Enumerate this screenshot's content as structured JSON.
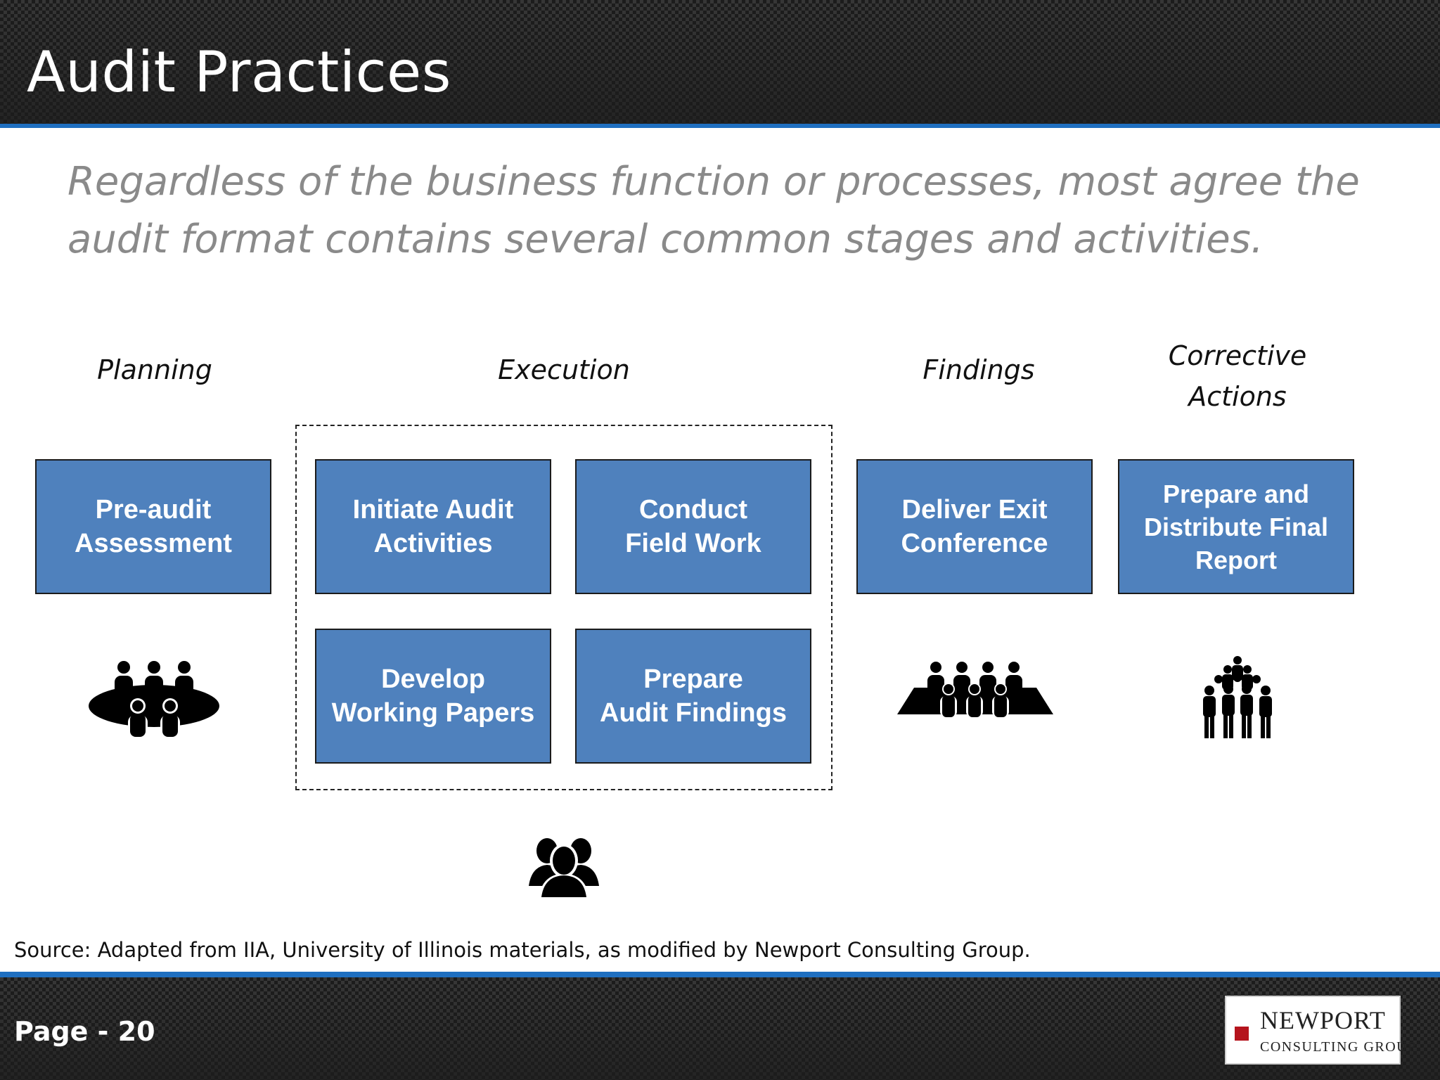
{
  "header": {
    "title": "Audit Practices"
  },
  "subtitle": "Regardless of the business function or processes, most agree the audit format contains several common stages and activities.",
  "stages": {
    "planning": "Planning",
    "execution": "Execution",
    "findings": "Findings",
    "corrective_1": "Corrective",
    "corrective_2": "Actions"
  },
  "boxes": {
    "pre_audit": [
      "Pre-audit",
      "Assessment"
    ],
    "initiate": [
      "Initiate Audit",
      "Activities"
    ],
    "conduct": [
      "Conduct",
      "Field Work"
    ],
    "develop": [
      "Develop",
      "Working Papers"
    ],
    "prepare_findings": [
      "Prepare",
      "Audit Findings"
    ],
    "exit": [
      "Deliver Exit",
      "Conference"
    ],
    "final_report": [
      "Prepare and",
      "Distribute Final",
      "Report"
    ]
  },
  "icons": {
    "planning": "meeting-table-icon",
    "execution": "team-group-icon",
    "findings": "conference-table-icon",
    "corrective": "crowd-icon"
  },
  "source_note": "Source: Adapted from IIA, University of Illinois materials, as modified by Newport Consulting Group.",
  "footer": {
    "page": "Page - 20"
  },
  "logo": {
    "name": "NEWPORT",
    "sub": "CONSULTING GROUP"
  },
  "colors": {
    "box_fill": "#4f81bd",
    "accent_rule": "#1f6fc0",
    "logo_red": "#b5141d"
  }
}
